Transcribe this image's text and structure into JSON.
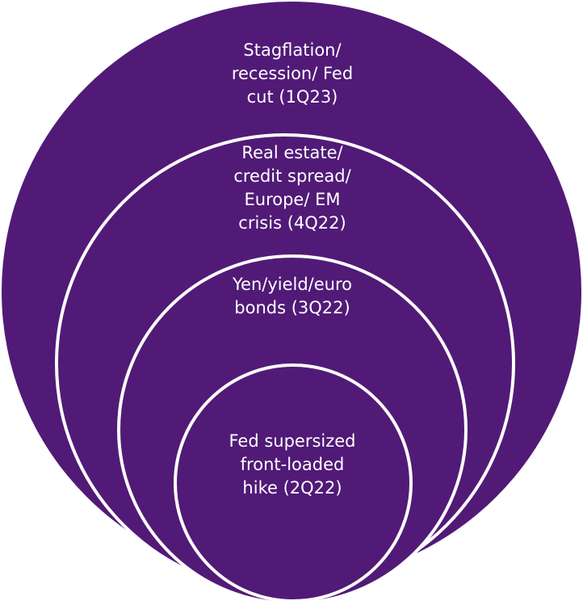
{
  "rings": [
    {
      "id": "outer",
      "label": "Stagflation/\nrecession/ Fed\ncut (1Q23)"
    },
    {
      "id": "ring3",
      "label": "Real estate/\ncredit spread/\nEurope/ EM\ncrisis (4Q22)"
    },
    {
      "id": "ring2",
      "label": "Yen/yield/euro\nbonds (3Q22)"
    },
    {
      "id": "ring1",
      "label": "Fed supersized\nfront-loaded\nhike (2Q22)"
    }
  ],
  "colors": {
    "fill": "#511a77",
    "stroke": "#ffffff",
    "text": "#ffffff"
  }
}
